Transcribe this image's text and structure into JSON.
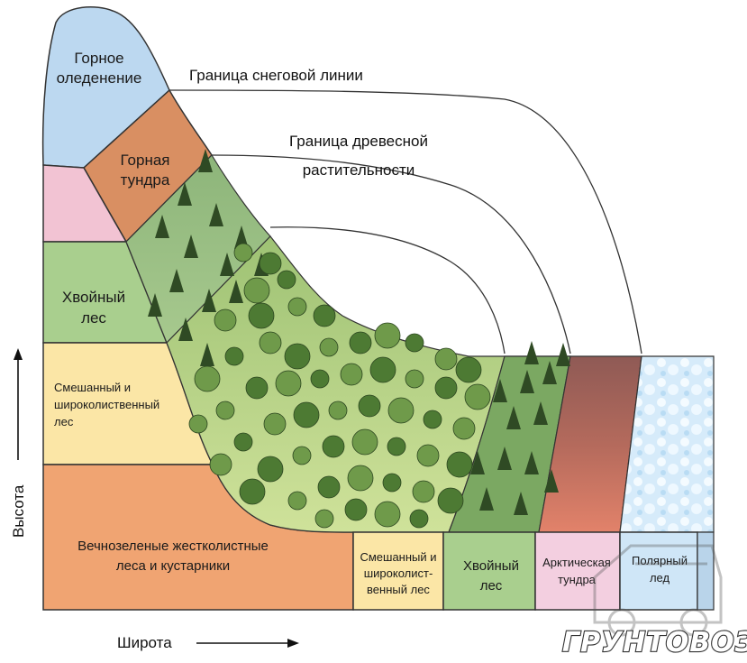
{
  "zones": {
    "mountain_glaciation": "Горное\nоледенение",
    "mountain_tundra": "Горная\nтундра",
    "coniferous_left": "Хвойный\nлес",
    "mixed_left": "Смешанный и\nшироколиственный\nлес",
    "evergreen": "Вечнозеленые жестколистные\nлеса и кустарники",
    "mixed_bottom": "Смешанный и\nшироколист-\nвенный лес",
    "coniferous_bottom": "Хвойный\nлес",
    "arctic_tundra": "Арктическая\nтундра",
    "polar_ice": "Полярный\nлед"
  },
  "annotations": {
    "snow_line": "Граница снеговой линии",
    "tree_line": "Граница древесной\nрастительности"
  },
  "axes": {
    "y_label": "Высота",
    "x_label": "Широта"
  },
  "watermark": "ГРУНТОВОЗОВ",
  "colors": {
    "glacier": "#bcd8f0",
    "tundra": "#d98f62",
    "pink": "#f2c3d3",
    "conifer_green": "#a9cf8e",
    "mixed_yellow": "#fbe6a6",
    "evergreen_orange": "#f0a472",
    "arctic_tundra": "#f3cfe0",
    "polar_ice": "#cfe6f7",
    "forest_dark": "#2f4a24",
    "forest_mid": "#6f9a4a",
    "outline": "#333333"
  }
}
